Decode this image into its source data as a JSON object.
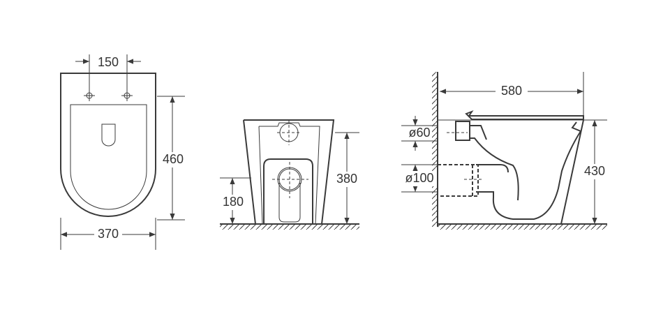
{
  "top_view": {
    "dim_hole_spacing": "150",
    "dim_length": "460",
    "dim_width": "370"
  },
  "front_view": {
    "dim_inlet_height": "380",
    "dim_outlet_height": "180"
  },
  "side_view": {
    "dim_depth": "580",
    "dim_height": "430",
    "dim_inlet_diameter": "ø60",
    "dim_outlet_diameter": "ø100"
  }
}
